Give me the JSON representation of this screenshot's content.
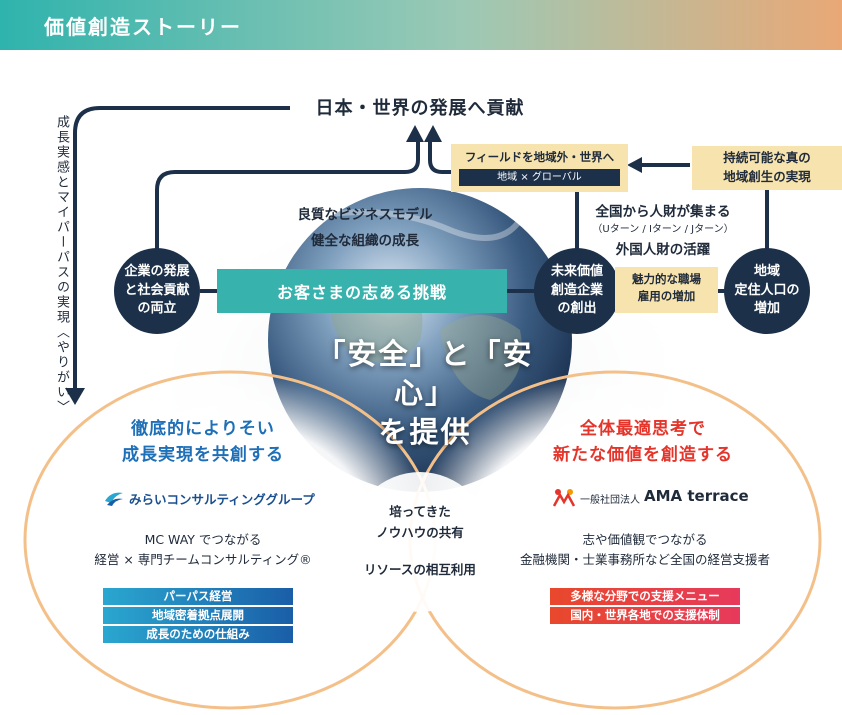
{
  "header": {
    "title": "価値創造ストーリー"
  },
  "goal": {
    "title": "日本・世界の発展へ貢献"
  },
  "left_vertical": "成長実感とマイパーパスの実現〈やりがい〉",
  "field_box": {
    "title": "フィールドを地域外・世界へ",
    "subtitle": "地域 × グローバル"
  },
  "top_right_box": "持続可能な真の\n地域創生の実現",
  "mid_texts": {
    "business_model": "良質なビジネスモデル",
    "organization": "健全な組織の成長",
    "talent_gather": "全国から人財が集まる",
    "turns": "（Uターン / Iターン / Jターン）",
    "foreign_talent": "外国人財の活躍"
  },
  "circles": {
    "left": "企業の発展\nと社会貢献\nの両立",
    "middle": "未来価値\n創造企業\nの創出",
    "right": "地域\n定住人口の\n増加"
  },
  "teal_bar": "お客さまの志ある挑戦",
  "attractive_box": "魅力的な職場\n雇用の増加",
  "main_message": {
    "line1": "「安全」と「安心」",
    "line2": "を提供"
  },
  "left_section": {
    "heading_line1": "徹底的によりそい",
    "heading_line2": "成長実現を共創する",
    "logo_text": "みらいコンサルティンググループ",
    "desc_line1": "MC WAY でつながる",
    "desc_line2": "経営 × 専門チームコンサルティング®",
    "items": [
      "パーパス経営",
      "地域密着拠点展開",
      "成長のための仕組み"
    ]
  },
  "right_section": {
    "heading_line1": "全体最適思考で",
    "heading_line2": "新たな価値を創造する",
    "logo_prefix": "一般社団法人",
    "logo_name": "AMA terrace",
    "desc_line1": "志や価値観でつながる",
    "desc_line2": "金融機関・士業事務所など全国の経営支援者",
    "items": [
      "多様な分野での支援メニュー",
      "国内・世界各地での支援体制"
    ]
  },
  "center": {
    "line1": "培ってきた",
    "line2": "ノウハウの共有",
    "line3": "リソースの相互利用"
  },
  "colors": {
    "navy": "#1c3049",
    "teal": "#38b2ad",
    "yellow": "#f7e3ad",
    "blue_heading": "#1e6fb7",
    "red_heading": "#e5352b",
    "loop_orange": "#f4c08a"
  }
}
